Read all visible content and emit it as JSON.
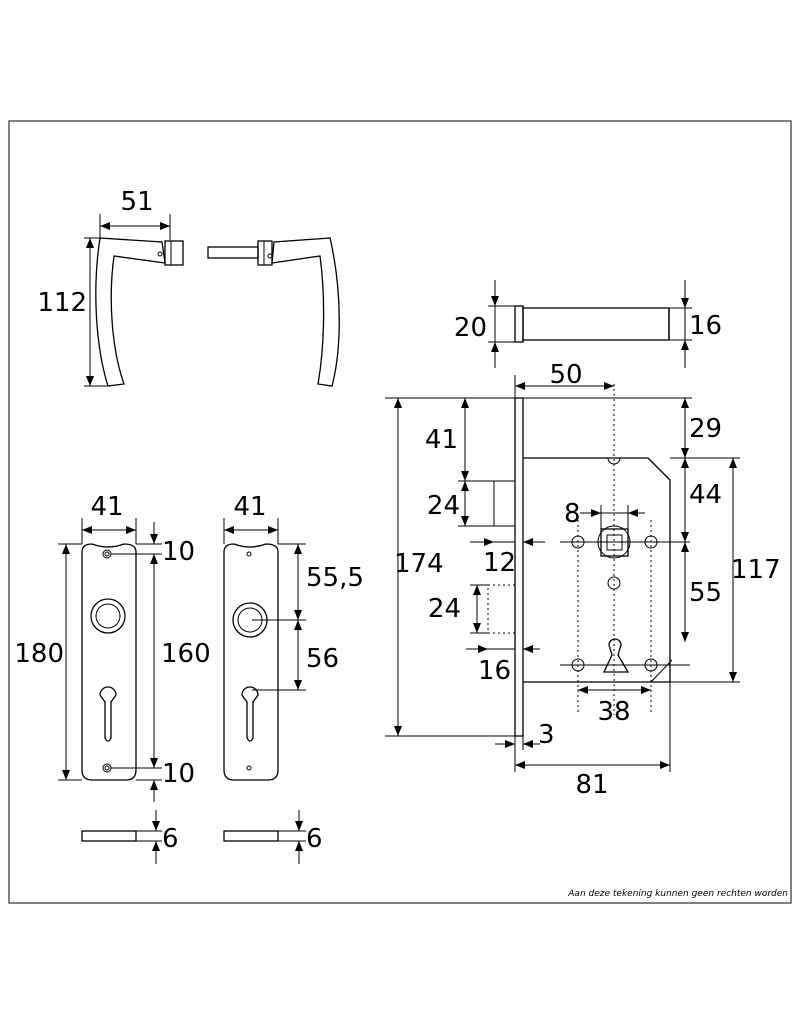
{
  "dimensions": {
    "handle_width": "51",
    "handle_height": "112",
    "spindle_height": "20",
    "spindle_thickness": "16",
    "plate1_width": "41",
    "plate1_height": "180",
    "plate1_hole_spacing": "160",
    "plate1_top_offset": "10",
    "plate1_bottom_offset": "10",
    "plate1_thickness": "6",
    "plate2_width": "41",
    "plate2_upper": "55,5",
    "plate2_lower": "56",
    "plate2_thickness": "6",
    "lock_total_height": "174",
    "lock_backset": "50",
    "lock_top": "41",
    "latch_height": "24",
    "forend_thickness_a": "12",
    "bolt_height": "24",
    "forend_thickness_b": "16",
    "lock_top_right": "29",
    "lock_upper_right": "44",
    "lock_follower": "8",
    "lock_center": "55",
    "lock_case_height": "117",
    "lock_screw_spacing": "38",
    "forend_plate": "3",
    "lock_case_depth": "81"
  },
  "footer_note": "Aan deze tekening kunnen geen rechten worden"
}
